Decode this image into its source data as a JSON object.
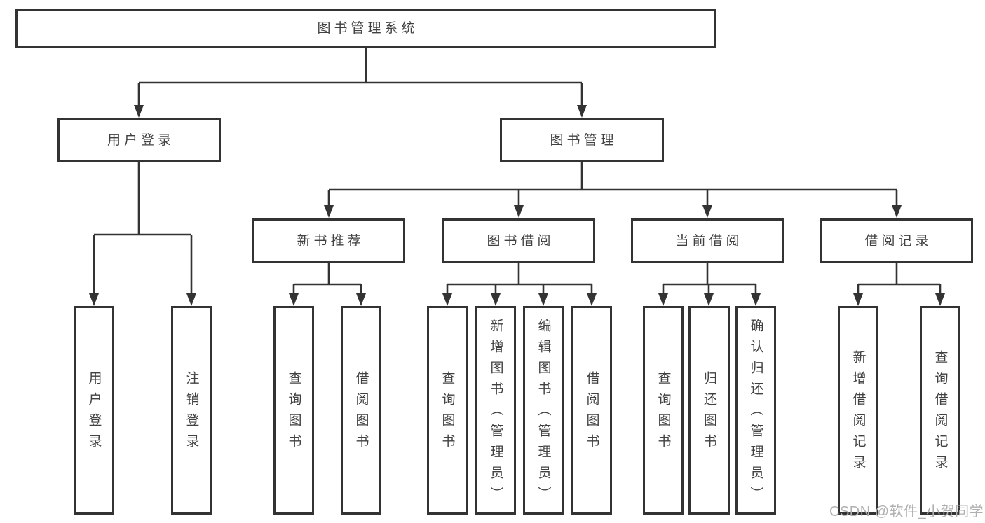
{
  "diagram": {
    "title": "图书管理系统",
    "tree": {
      "label": "图书管理系统",
      "children": [
        {
          "label": "用户登录",
          "children": [
            {
              "label": "用户登录"
            },
            {
              "label": "注销登录"
            }
          ]
        },
        {
          "label": "图书管理",
          "children": [
            {
              "label": "新书推荐",
              "children": [
                {
                  "label": "查询图书"
                },
                {
                  "label": "借阅图书"
                }
              ]
            },
            {
              "label": "图书借阅",
              "children": [
                {
                  "label": "查询图书"
                },
                {
                  "label": "新增图书（管理员）"
                },
                {
                  "label": "编辑图书（管理员）"
                },
                {
                  "label": "借阅图书"
                }
              ]
            },
            {
              "label": "当前借阅",
              "children": [
                {
                  "label": "查询图书"
                },
                {
                  "label": "归还图书"
                },
                {
                  "label": "确认归还（管理员）"
                }
              ]
            },
            {
              "label": "借阅记录",
              "children": [
                {
                  "label": "新增借阅记录"
                },
                {
                  "label": "查询借阅记录"
                }
              ]
            }
          ]
        }
      ]
    },
    "colors": {
      "line": "#333333",
      "box_border": "#333333",
      "text": "#414141",
      "background": "#ffffff",
      "watermark": "#b0b0b0"
    }
  },
  "watermark": {
    "text": "CSDN @软件_小贺同学"
  }
}
